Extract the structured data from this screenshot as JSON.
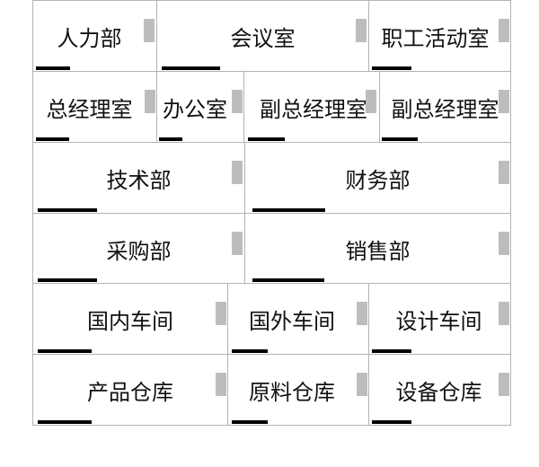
{
  "rooms": [
    {
      "id": "renli",
      "label": "人力部"
    },
    {
      "id": "huiyi",
      "label": "会议室"
    },
    {
      "id": "zhigong",
      "label": "职工活动室"
    },
    {
      "id": "zongjingli",
      "label": "总经理室"
    },
    {
      "id": "bangong",
      "label": "办公室"
    },
    {
      "id": "fuzong-1",
      "label": "副总经理室"
    },
    {
      "id": "fuzong-2",
      "label": "副总经理室"
    },
    {
      "id": "jishu",
      "label": "技术部"
    },
    {
      "id": "caiwu",
      "label": "财务部"
    },
    {
      "id": "caigou",
      "label": "采购部"
    },
    {
      "id": "xiaoshou",
      "label": "销售部"
    },
    {
      "id": "guonei",
      "label": "国内车间"
    },
    {
      "id": "guowai",
      "label": "国外车间"
    },
    {
      "id": "sheji",
      "label": "设计车间"
    },
    {
      "id": "chanpin",
      "label": "产品仓库"
    },
    {
      "id": "yuanliao",
      "label": "原料仓库"
    },
    {
      "id": "shebei",
      "label": "设备仓库"
    }
  ]
}
